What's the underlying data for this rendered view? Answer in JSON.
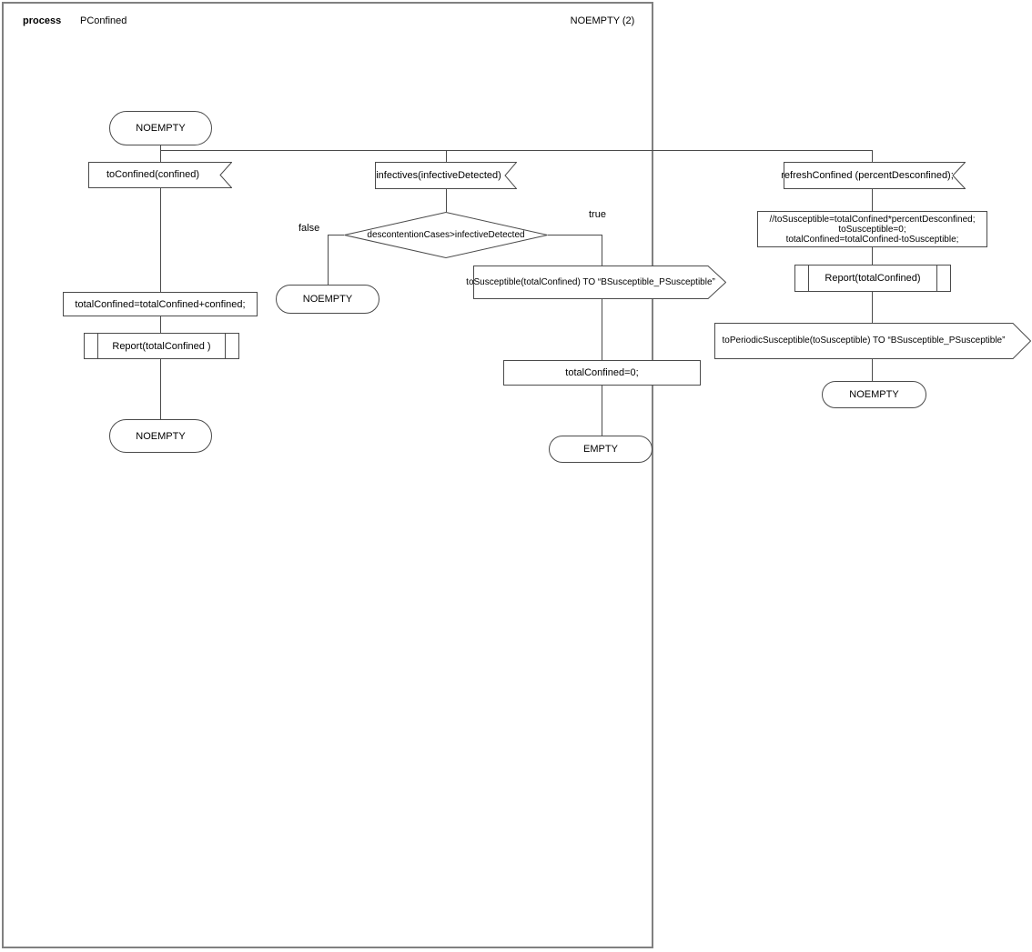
{
  "header": {
    "kind_label": "process",
    "process_name": "PConfined",
    "page_ref": "NOEMPTY (2)"
  },
  "start_state": "NOEMPTY",
  "branch_left": {
    "input": "toConfined(confined)",
    "task": "totalConfined=totalConfined+confined;",
    "procedure": "Report(totalConfined )",
    "next_state": "NOEMPTY"
  },
  "branch_middle": {
    "input": "infectives(infectiveDetected)",
    "decision": "descontentionCases>infectiveDetected",
    "false_label": "false",
    "true_label": "true",
    "false_state": "NOEMPTY",
    "output": "toSusceptible(totalConfined) TO “BSusceptible_PSusceptible”",
    "task": "totalConfined=0;",
    "end_state": "EMPTY"
  },
  "branch_right": {
    "input": "refreshConfined (percentDesconfined);",
    "task_lines": [
      "//toSusceptible=totalConfined*percentDesconfined;",
      "toSusceptible=0;",
      "totalConfined=totalConfined-toSusceptible;"
    ],
    "procedure": "Report(totalConfined)",
    "output": "toPeriodicSusceptible(toSusceptible) TO “BSusceptible_PSusceptible”",
    "next_state": "NOEMPTY"
  },
  "colors": {
    "frame_border": "#808080",
    "shape_border": "#4a4a4a",
    "background": "#ffffff",
    "text": "#000000"
  }
}
